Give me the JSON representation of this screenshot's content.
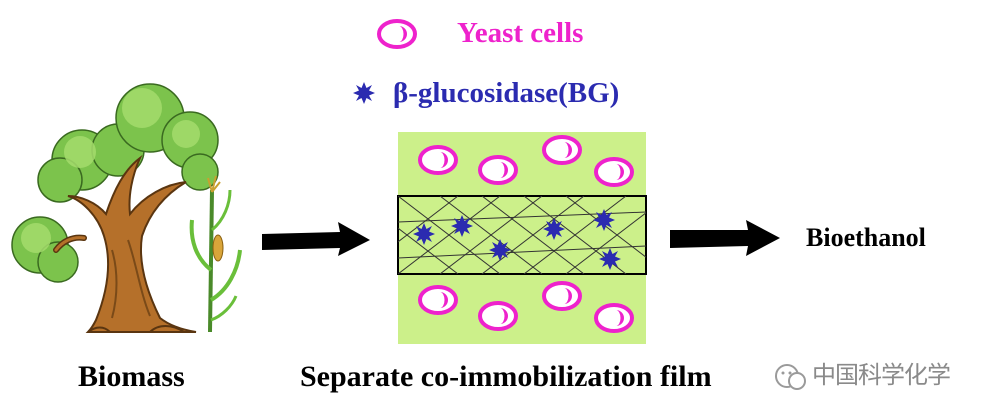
{
  "legend": {
    "yeast_label": "Yeast cells",
    "bg_label": "β-glucosidase(BG)"
  },
  "labels": {
    "biomass": "Biomass",
    "film": "Separate co-immobilization film",
    "product": "Bioethanol"
  },
  "watermark": {
    "text": "中国科学化学"
  },
  "colors": {
    "yeast": "#ee22cc",
    "enzyme": "#2b2bb0",
    "film": "#ccf08a",
    "arrow": "#000000"
  },
  "icons": [
    "tree-icon",
    "corn-plant-icon",
    "yeast-cell-icon",
    "enzyme-icon",
    "arrow-icon",
    "wechat-icon"
  ]
}
